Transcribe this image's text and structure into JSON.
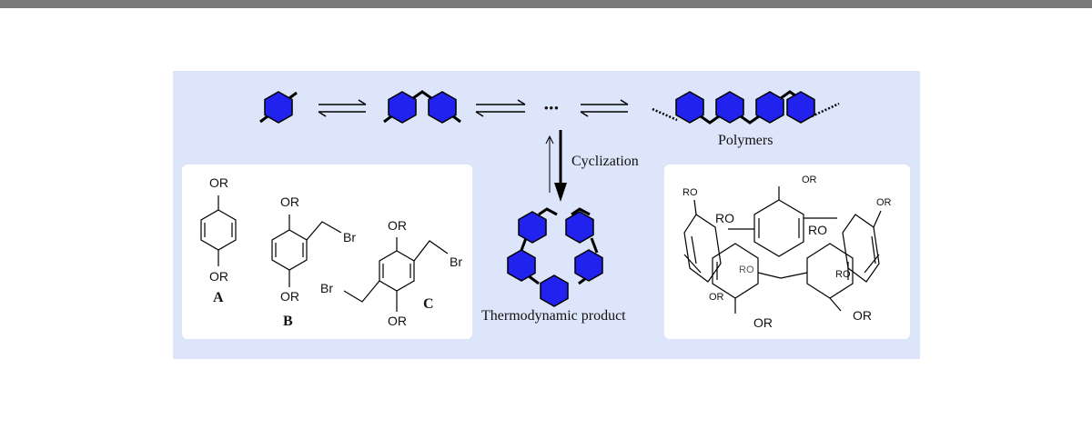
{
  "labels": {
    "polymers": "Polymers",
    "cyclization": "Cyclization",
    "thermodynamic_product": "Thermodynamic product",
    "ellipsis": "•••"
  },
  "monomers": {
    "A": {
      "label": "A",
      "top": "OR",
      "bottom": "OR"
    },
    "B": {
      "label": "B",
      "top": "OR",
      "bottom": "OR",
      "side": "Br"
    },
    "C": {
      "label": "C",
      "top": "OR",
      "bottom": "OR",
      "left": "Br",
      "right": "Br"
    }
  },
  "pillararene": {
    "substituents": [
      "RO",
      "OR",
      "OR",
      "RO",
      "RO",
      "RO",
      "RO",
      "OR",
      "OR",
      "OR"
    ]
  },
  "colors": {
    "hexagon_fill": "#2222ee",
    "panel_bg": "#dde5fa",
    "top_bar": "#7a7a7a"
  }
}
